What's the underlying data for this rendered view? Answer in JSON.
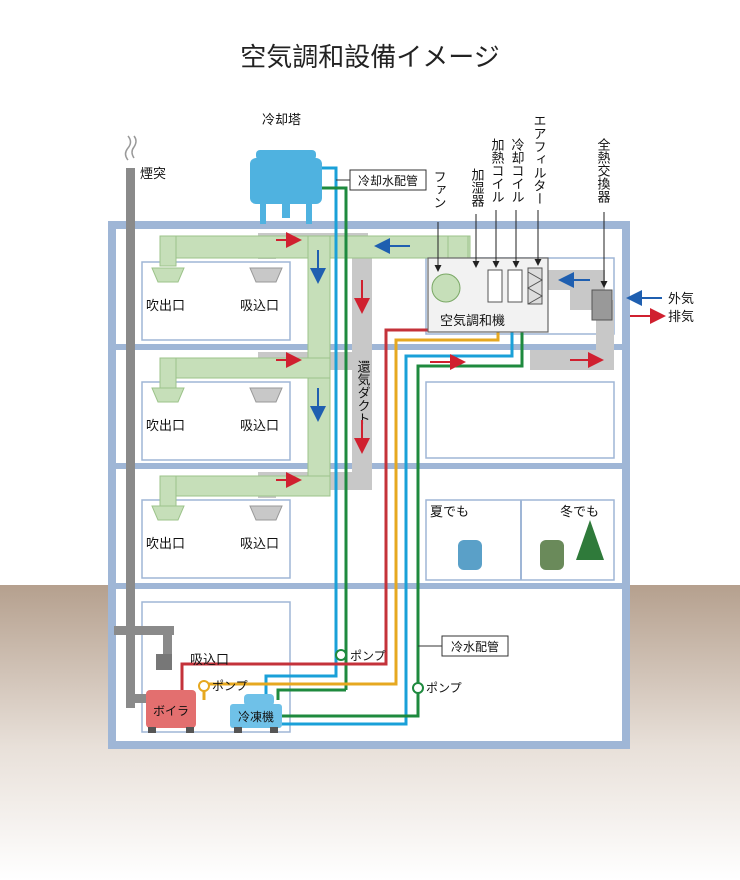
{
  "title": "空気調和設備イメージ",
  "labels": {
    "cooling_tower": "冷却塔",
    "chimney": "煙突",
    "cooling_water_pipe": "冷却水配管",
    "fan": "ファン",
    "humidifier": "加湿器",
    "heating_coil": "加熱コイル",
    "cooling_coil": "冷却コイル",
    "air_filter": "エアフィルター",
    "heat_exchanger": "全熱交換器",
    "air_handler": "空気調和機",
    "outside_air": "外気",
    "exhaust": "排気",
    "return_duct": "還気ダクト",
    "outlet": "吹出口",
    "inlet": "吸込口",
    "pump": "ポンプ",
    "chilled_water_pipe": "冷水配管",
    "boiler": "ボイラ",
    "chiller": "冷凍機",
    "summer": "夏でも",
    "winter": "冬でも"
  },
  "colors": {
    "building": "#9fb6d6",
    "supply_duct": "#c6dfb9",
    "return_duct": "#c8c8c8",
    "cooling_tower": "#4fb2e0",
    "pipe_blue": "#1aa0d8",
    "pipe_green": "#1e8a3e",
    "pipe_red": "#c4323a",
    "pipe_yellow": "#e6a820",
    "boiler": "#e36f6f",
    "chiller": "#6fc1e8",
    "ground": "#b5a08e",
    "arrow_blue": "#1f5fb0",
    "arrow_red": "#d0202f"
  }
}
